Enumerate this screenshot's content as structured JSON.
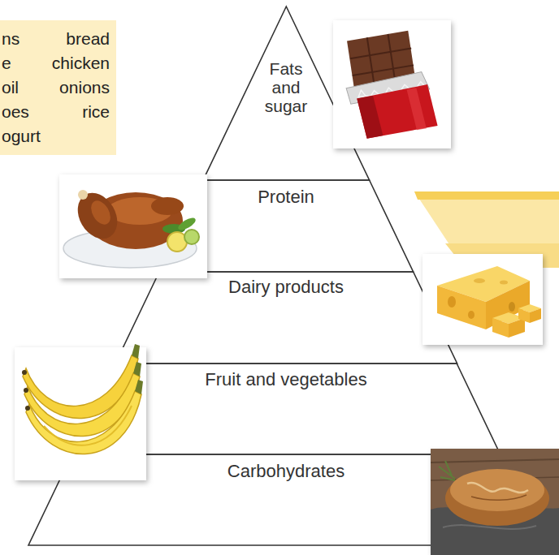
{
  "diagram": {
    "nodes": [
      {
        "text": [
          "ns bread",
          "e chicken",
          "oil onions",
          "oes rice",
          "ogurt"
        ]
      },
      {
        "text": [
          "Fats and sugar"
        ]
      },
      {
        "text": [
          "Protein"
        ]
      },
      {
        "text": [
          "Dairy products"
        ]
      },
      {
        "text": [
          "Fruit and vegetables"
        ]
      },
      {
        "text": [
          "Carbohydrates"
        ]
      }
    ]
  }
}
